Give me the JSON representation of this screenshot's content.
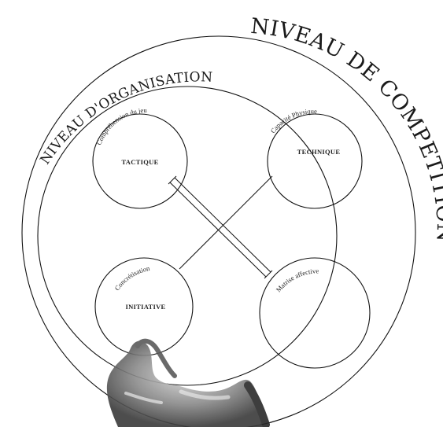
{
  "outer_label": "NIVEAU DE COMPETITION",
  "middle_label": "NIVEAU D'ORGANISATION",
  "quadrants": [
    {
      "id": "tactique",
      "arc_label": "Compréhension du jeu",
      "name": "TACTIQUE"
    },
    {
      "id": "technique",
      "arc_label": "Capacité Physique",
      "name": "TECHNIQUE"
    },
    {
      "id": "initiative",
      "arc_label": "Concrétisation",
      "name": "INITIATIVE"
    },
    {
      "id": "affective",
      "arc_label": "Matrise affective",
      "name": ""
    }
  ],
  "colors": {
    "ink": "#111111",
    "hand": "#7a7a7a"
  },
  "decoration": "hand-photo-silhouette"
}
